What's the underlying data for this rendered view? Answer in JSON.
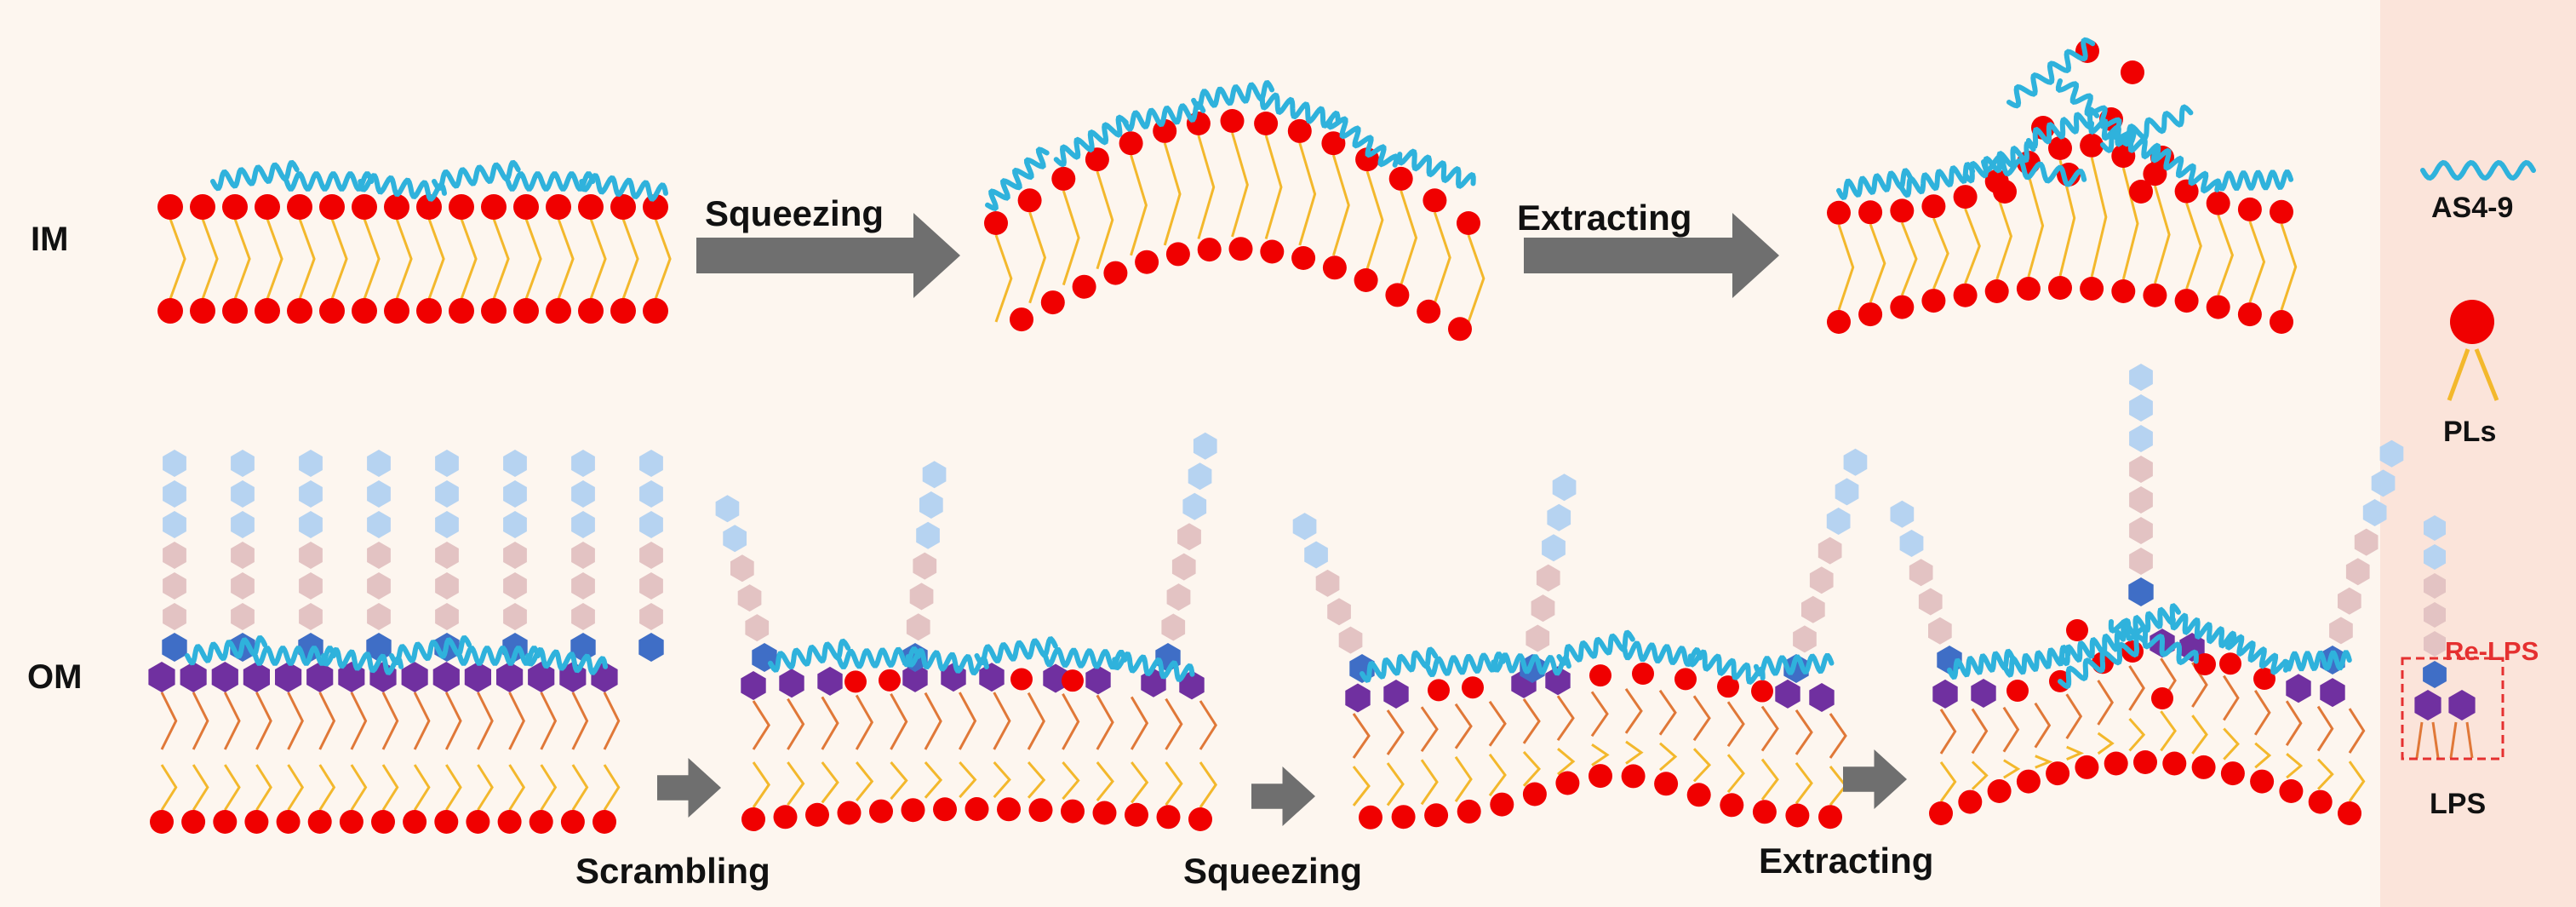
{
  "labels": {
    "im": "IM",
    "om": "OM",
    "squeezing_top": "Squeezing",
    "extracting_top": "Extracting",
    "scrambling": "Scrambling",
    "squeezing_bottom": "Squeezing",
    "extracting_bottom": "Extracting"
  },
  "legend": {
    "peptide": "AS4-9",
    "phospholipid": "PLs",
    "lps": "LPS",
    "re_lps": "Re-LPS"
  },
  "colors": {
    "background": "#fdf6ef",
    "legend_panel": "#fbe4da",
    "peptide": "#2fb2dc",
    "headgroup": "#f00000",
    "tail": "#f3b82c",
    "lipid_a_tail": "#e07838",
    "lps_core": "#7030a0",
    "lps_inner": "#3f6ec6",
    "o_antigen_pink": "#e3c3c3",
    "o_antigen_blue": "#b6d3f1",
    "arrow": "#6f6f6f",
    "re_lps_box": "#e53030"
  }
}
